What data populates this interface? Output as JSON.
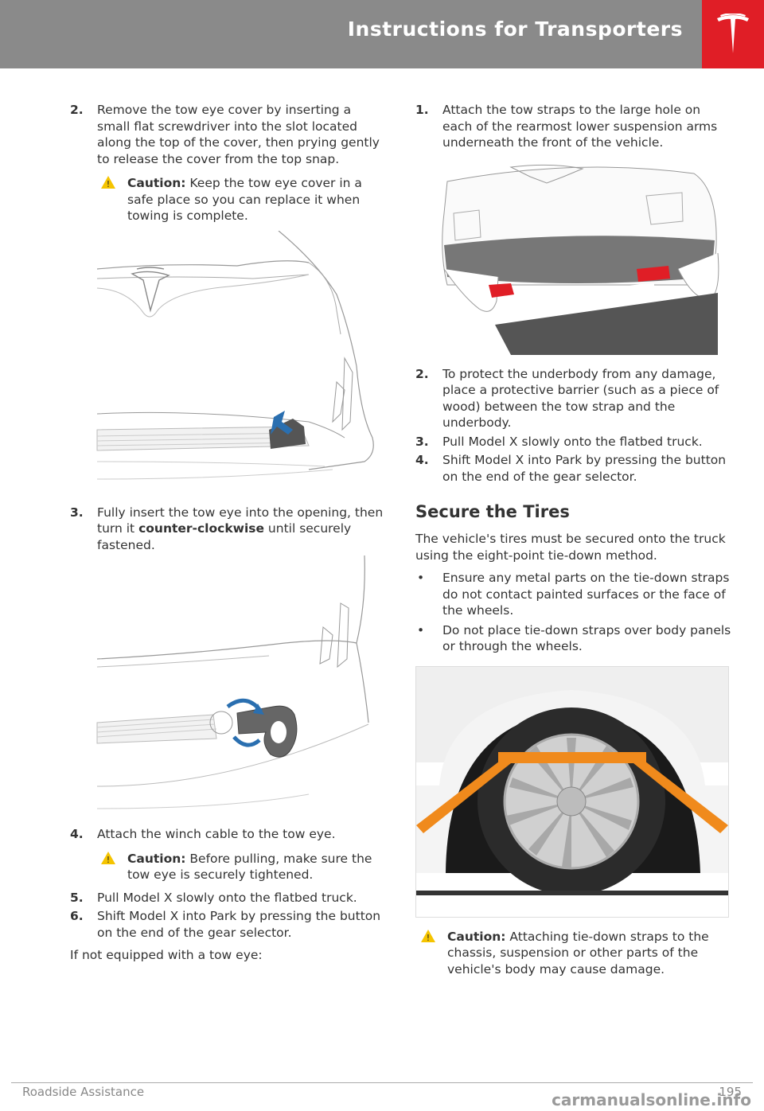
{
  "header": {
    "title": "Instructions for Transporters"
  },
  "left": {
    "step2": {
      "num": "2.",
      "text": "Remove the tow eye cover by inserting a small flat screwdriver into the slot located along the top of the cover, then prying gently to release the cover from the top snap."
    },
    "caution1": {
      "label": "Caution:",
      "text": " Keep the tow eye cover in a safe place so you can replace it when towing is complete."
    },
    "step3": {
      "num": "3.",
      "text_a": "Fully insert the tow eye into the opening, then turn it ",
      "bold": "counter-clockwise",
      "text_b": " until securely fastened."
    },
    "step4": {
      "num": "4.",
      "text": "Attach the winch cable to the tow eye."
    },
    "caution2": {
      "label": "Caution:",
      "text": " Before pulling, make sure the tow eye is securely tightened."
    },
    "step5": {
      "num": "5.",
      "text": "Pull Model X slowly onto the flatbed truck."
    },
    "step6": {
      "num": "6.",
      "text": "Shift Model X into Park by pressing the button on the end of the gear selector."
    },
    "no_tow_eye": "If not equipped with a tow eye:"
  },
  "right": {
    "step1": {
      "num": "1.",
      "text": "Attach the tow straps to the large hole on each of the rearmost lower suspension arms underneath the front of the vehicle."
    },
    "step2": {
      "num": "2.",
      "text": "To protect the underbody from any damage, place a protective barrier (such as a piece of wood) between the tow strap and the underbody."
    },
    "step3": {
      "num": "3.",
      "text": "Pull Model X slowly onto the flatbed truck."
    },
    "step4": {
      "num": "4.",
      "text": "Shift Model X into Park by pressing the button on the end of the gear selector."
    },
    "section_title": "Secure the Tires",
    "section_intro": "The vehicle's tires must be secured onto the truck using the eight-point tie-down method.",
    "bullets": [
      "Ensure any metal parts on the tie-down straps do not contact painted surfaces or the face of the wheels.",
      "Do not place tie-down straps over body panels or through the wheels."
    ],
    "caution3": {
      "label": "Caution:",
      "text": " Attaching tie-down straps to the chassis, suspension or other parts of the vehicle's body may cause damage."
    }
  },
  "footer": {
    "section": "Roadside Assistance",
    "page": "195"
  },
  "watermark": "carmanualsonline.info",
  "colors": {
    "header": "#8a8a8a",
    "brand_red": "#e01e26",
    "strap_orange": "#f08a1c",
    "caution_yellow": "#f5c400"
  },
  "icons": {
    "logo": "tesla-logo-icon",
    "warning": "warning-triangle-icon"
  }
}
